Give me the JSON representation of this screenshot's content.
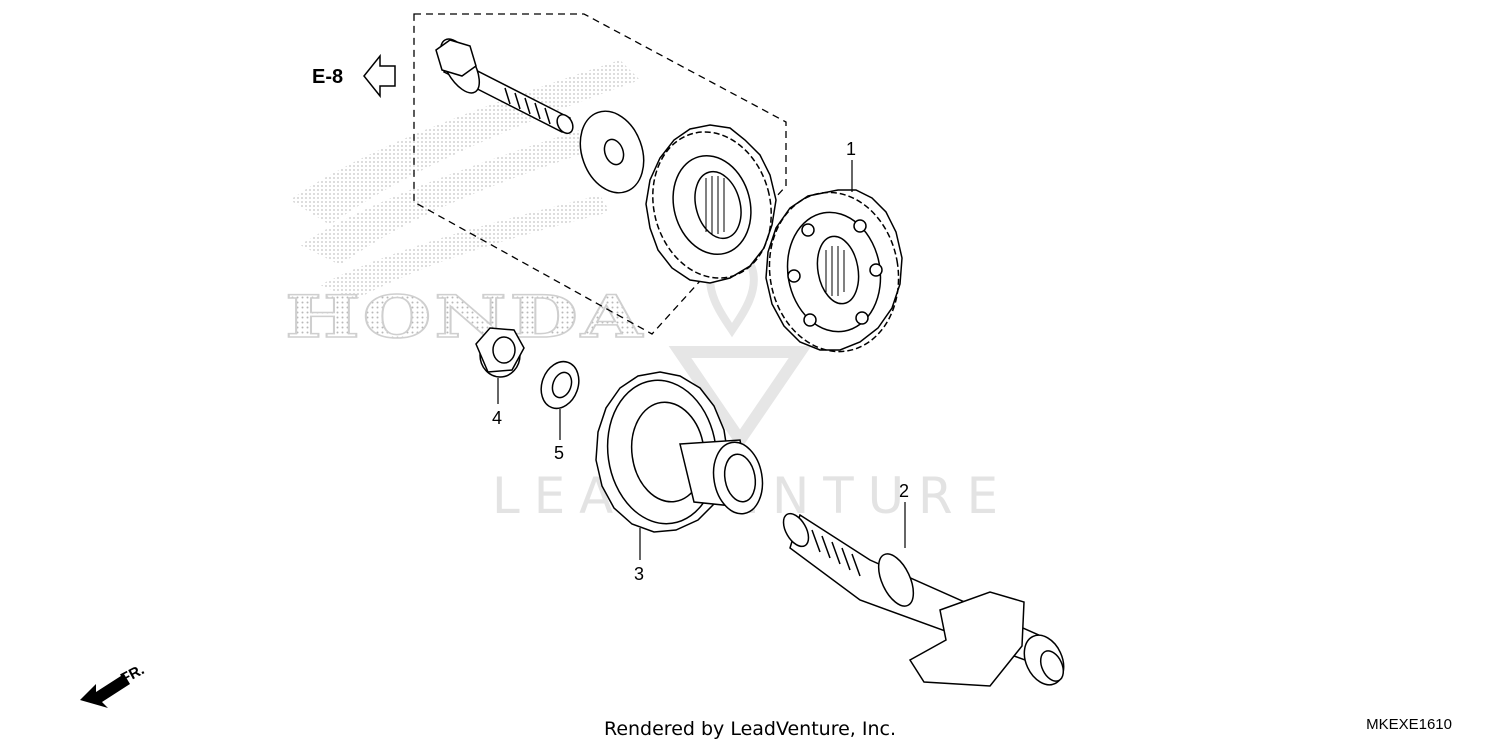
{
  "reference": {
    "label": "E-8"
  },
  "brand_text": "HONDA",
  "watermark_text": "LEADVENTURE",
  "direction": {
    "label": "FR."
  },
  "callouts": [
    {
      "number": "1",
      "part": "gear"
    },
    {
      "number": "2",
      "part": "shaft"
    },
    {
      "number": "3",
      "part": "gear-with-collar"
    },
    {
      "number": "4",
      "part": "nut"
    },
    {
      "number": "5",
      "part": "washer"
    }
  ],
  "footer": {
    "credit": "Rendered by LeadVenture, Inc.",
    "diagram_code": "MKEXE1610"
  },
  "colors": {
    "line": "#000000",
    "watermark": "#e3e3e3",
    "brand_dots": "#b8b8b8"
  }
}
